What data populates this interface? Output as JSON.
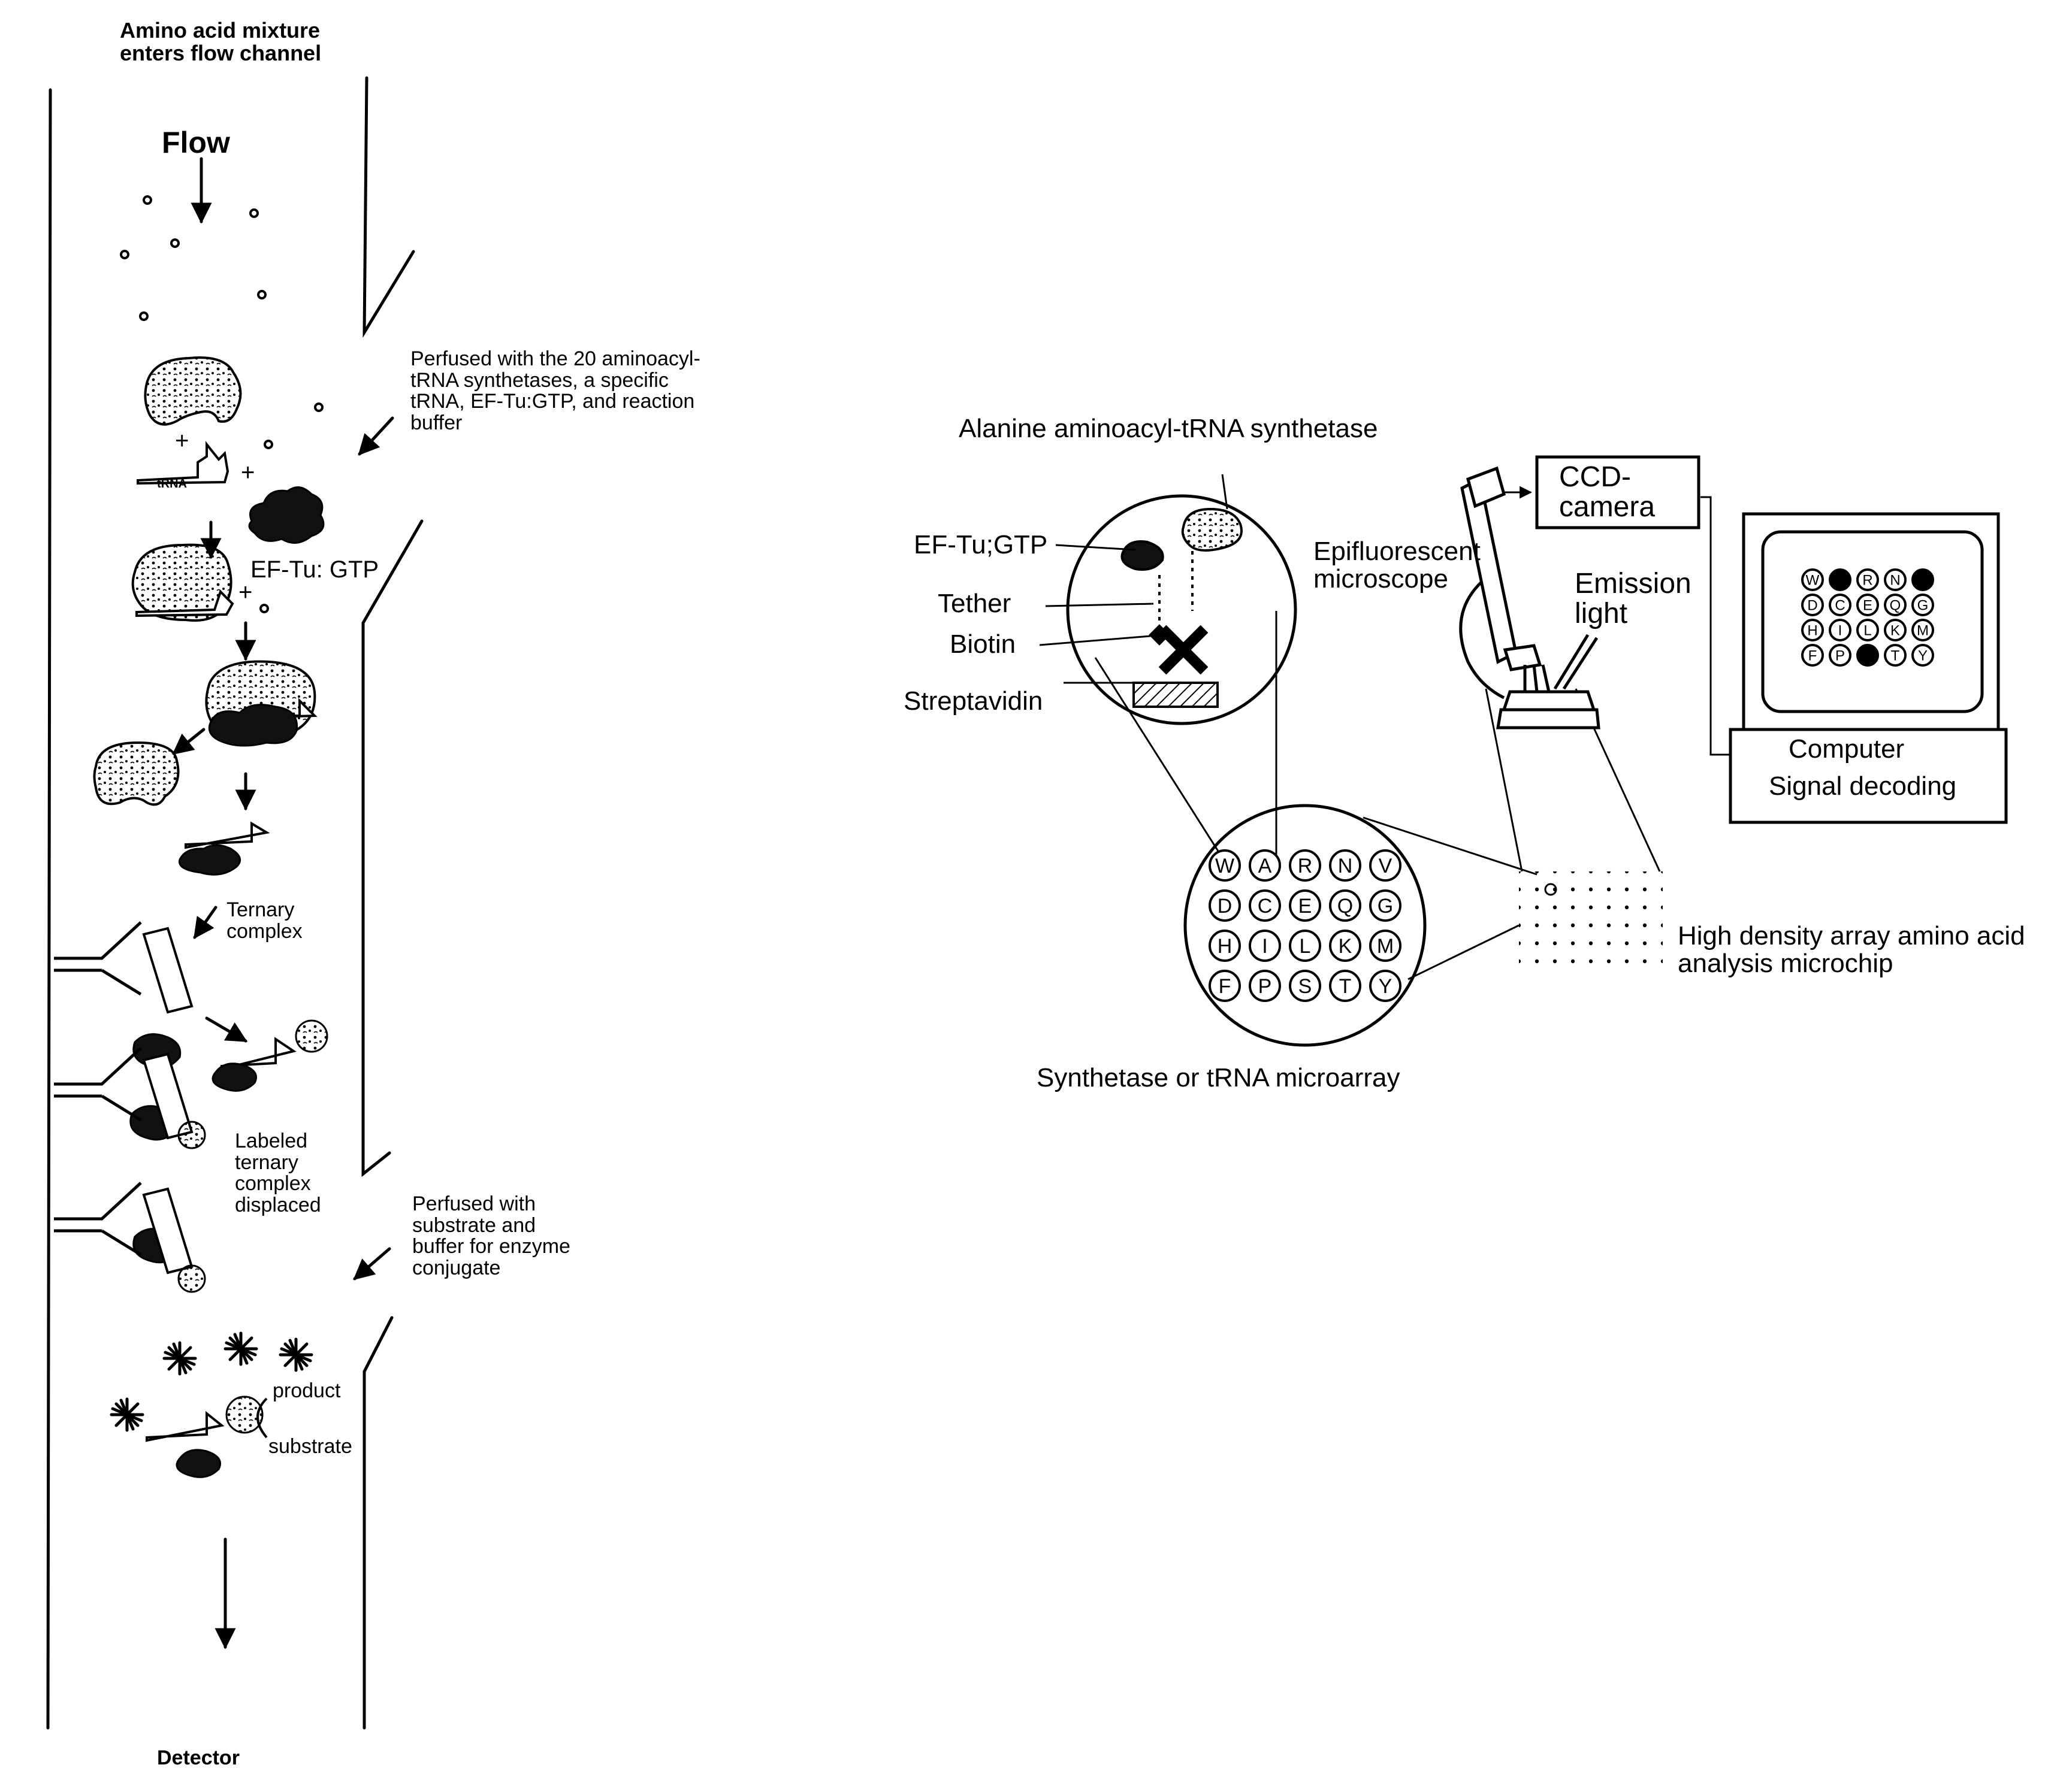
{
  "left_panel": {
    "entry_label": "Amino acid mixture\nenters flow channel",
    "flow_label": "Flow",
    "perfused_1": "Perfused with  the 20 aminoacyl-\ntRNA synthetases, a specific\ntRNA, EF-Tu:GTP, and reaction\nbuffer",
    "plus_1": "+",
    "plus_2": "+",
    "plus_3": "+",
    "trna_label": "tRNA",
    "eftu_label": "EF-Tu: GTP",
    "ternary_label": "Ternary\ncomplex",
    "labeled_label": "Labeled\nternary\ncomplex\ndisplaced",
    "perfused_2": "Perfused with\nsubstrate and\nbuffer for enzyme\nconjugate",
    "product_label": "product",
    "substrate_label": "substrate",
    "detector_label": "Detector"
  },
  "right_panel": {
    "synthetase_label": "Alanine aminoacyl-tRNA synthetase",
    "eftu_label": "EF-Tu;GTP",
    "tether_label": "Tether",
    "biotin_label": "Biotin",
    "streptavidin_label": "Streptavidin",
    "ccd_label": "CCD-\ncamera",
    "epi_label": "Epifluorescent\nmicroscope",
    "emission_label": "Emission\nlight",
    "computer_label": "Computer",
    "decoding_label": "Signal decoding",
    "chip_label": "High density array amino acid\nanalysis microchip",
    "microarray_label": "Synthetase or tRNA microarray",
    "microarray_letters": [
      [
        "W",
        "A",
        "R",
        "N",
        "V"
      ],
      [
        "D",
        "C",
        "E",
        "Q",
        "G"
      ],
      [
        "H",
        "I",
        "L",
        "K",
        "M"
      ],
      [
        "F",
        "P",
        "S",
        "T",
        "Y"
      ]
    ],
    "screen_cells": [
      [
        "W",
        "",
        "R",
        "N",
        ""
      ],
      [
        "D",
        "C",
        "E",
        "Q",
        "G"
      ],
      [
        "H",
        "I",
        "L",
        "K",
        "M"
      ],
      [
        "F",
        "P",
        "",
        "T",
        "Y"
      ]
    ],
    "screen_filled": [
      [
        false,
        true,
        false,
        false,
        true
      ],
      [
        false,
        false,
        false,
        false,
        false
      ],
      [
        false,
        false,
        false,
        false,
        false
      ],
      [
        false,
        false,
        true,
        false,
        false
      ]
    ]
  }
}
